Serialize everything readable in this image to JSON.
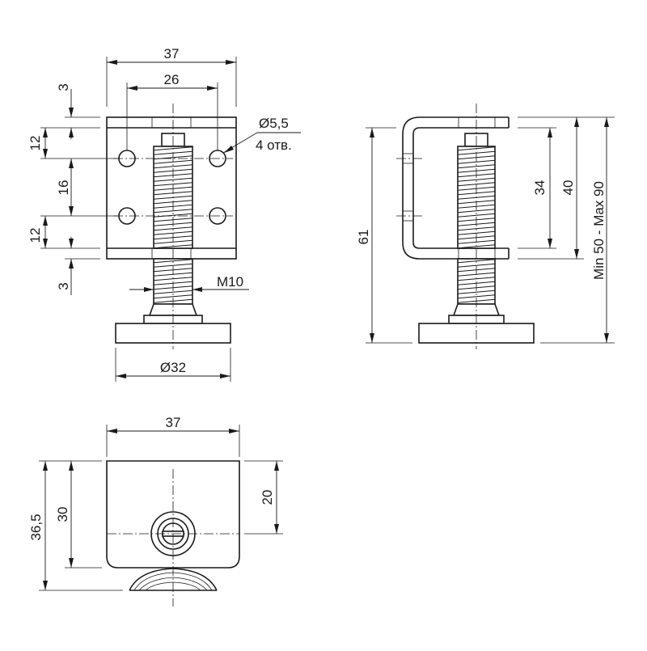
{
  "colors": {
    "line": "#1a1a1a",
    "background": "#ffffff"
  },
  "front_view": {
    "width_37": "37",
    "holes_26": "26",
    "top_3": "3",
    "top_12": "12",
    "mid_16": "16",
    "bottom_12": "12",
    "bottom_3": "3",
    "hole_diameter": "Ø5,5",
    "hole_count": "4 отв.",
    "thread": "M10",
    "base_diameter": "Ø32"
  },
  "side_view": {
    "total_61": "61",
    "inner_34": "34",
    "outer_40": "40",
    "range": "Min 50 - Max 90"
  },
  "top_view": {
    "width_37": "37",
    "total_36_5": "36,5",
    "body_30": "30",
    "center_20": "20"
  }
}
